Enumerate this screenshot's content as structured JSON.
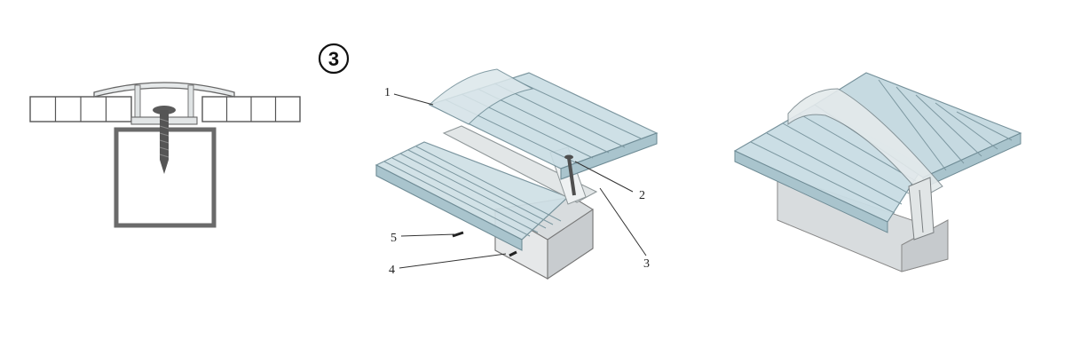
{
  "step": {
    "number": "3"
  },
  "callouts": [
    {
      "id": "1",
      "label": "1"
    },
    {
      "id": "2",
      "label": "2"
    },
    {
      "id": "3",
      "label": "3"
    },
    {
      "id": "4",
      "label": "4"
    },
    {
      "id": "5",
      "label": "5"
    }
  ],
  "colors": {
    "sheet_face": "#c9dde4",
    "sheet_side": "#a9c4cd",
    "sheet_edge": "#6f8c96",
    "profile": "#d6dcde",
    "profile_edge": "#8f9799",
    "tube_front": "#e3e6e7",
    "tube_side": "#c5c9cb",
    "tube_edge": "#5e5e5e",
    "screw": "#4f4f4f"
  }
}
